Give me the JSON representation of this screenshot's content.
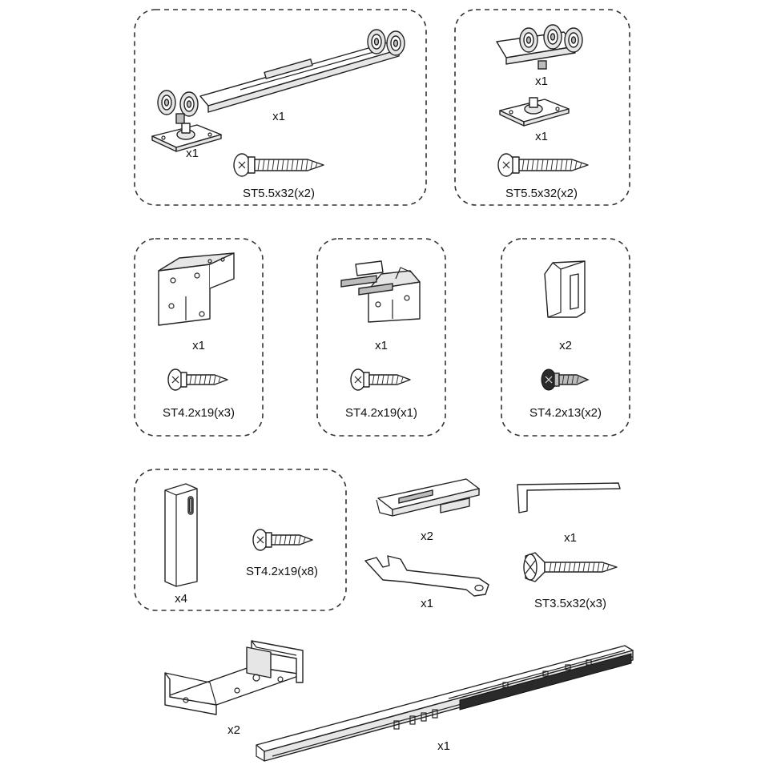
{
  "diagram": {
    "groups": [
      {
        "id": "top-left",
        "items": [
          {
            "part": "roller-trolley-with-damper",
            "label": "x1"
          },
          {
            "part": "mounting-plate",
            "label": "x1"
          },
          {
            "part": "screw",
            "label": "ST5.5x32(x2)"
          }
        ]
      },
      {
        "id": "top-right",
        "items": [
          {
            "part": "roller-trolley",
            "label": "x1"
          },
          {
            "part": "mounting-plate",
            "label": "x1"
          },
          {
            "part": "screw",
            "label": "ST5.5x32(x2)"
          }
        ]
      },
      {
        "id": "mid-left",
        "items": [
          {
            "part": "bracket",
            "label": "x1"
          },
          {
            "part": "screw",
            "label": "ST4.2x19(x3)"
          }
        ]
      },
      {
        "id": "mid-center",
        "items": [
          {
            "part": "stopper-bracket",
            "label": "x1"
          },
          {
            "part": "screw",
            "label": "ST4.2x19(x1)"
          }
        ]
      },
      {
        "id": "mid-right",
        "items": [
          {
            "part": "floor-guide",
            "label": "x2"
          },
          {
            "part": "screw",
            "label": "ST4.2x13(x2)"
          }
        ]
      },
      {
        "id": "bottom-left",
        "items": [
          {
            "part": "guide-channel",
            "label": "x4"
          },
          {
            "part": "screw",
            "label": "ST4.2x19(x8)"
          }
        ]
      }
    ],
    "loose": [
      {
        "part": "clip-connector",
        "label": "x2"
      },
      {
        "part": "allen-key",
        "label": "x1"
      },
      {
        "part": "spanner",
        "label": "x1"
      },
      {
        "part": "countersunk-screw",
        "label": "ST3.5x32(x3)"
      },
      {
        "part": "ceiling-bracket",
        "label": "x2"
      },
      {
        "part": "track-rail",
        "label": "x1"
      }
    ]
  }
}
